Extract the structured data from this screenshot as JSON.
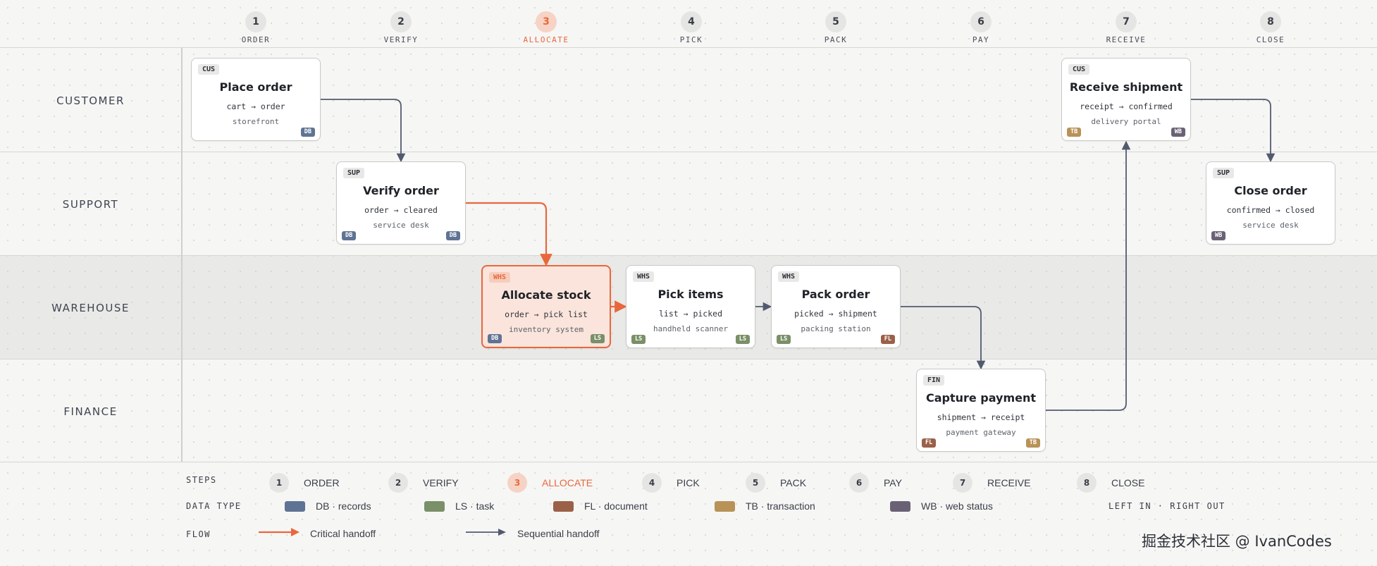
{
  "steps": [
    {
      "num": "1",
      "label": "ORDER",
      "active": false
    },
    {
      "num": "2",
      "label": "VERIFY",
      "active": false
    },
    {
      "num": "3",
      "label": "ALLOCATE",
      "active": true
    },
    {
      "num": "4",
      "label": "PICK",
      "active": false
    },
    {
      "num": "5",
      "label": "PACK",
      "active": false
    },
    {
      "num": "6",
      "label": "PAY",
      "active": false
    },
    {
      "num": "7",
      "label": "RECEIVE",
      "active": false
    },
    {
      "num": "8",
      "label": "CLOSE",
      "active": false
    }
  ],
  "lanes": [
    "CUSTOMER",
    "SUPPORT",
    "WAREHOUSE",
    "FINANCE"
  ],
  "cards": [
    {
      "id": "place-order",
      "tag": "CUS",
      "title": "Place order",
      "flow": "cart → order",
      "system": "storefront",
      "badge_left": "",
      "badge_right": "DB",
      "critical": false
    },
    {
      "id": "verify-order",
      "tag": "SUP",
      "title": "Verify order",
      "flow": "order → cleared",
      "system": "service desk",
      "badge_left": "DB",
      "badge_right": "DB",
      "critical": false
    },
    {
      "id": "allocate-stock",
      "tag": "WHS",
      "title": "Allocate stock",
      "flow": "order → pick list",
      "system": "inventory system",
      "badge_left": "DB",
      "badge_right": "LS",
      "critical": true
    },
    {
      "id": "pick-items",
      "tag": "WHS",
      "title": "Pick items",
      "flow": "list → picked",
      "system": "handheld scanner",
      "badge_left": "LS",
      "badge_right": "LS",
      "critical": false
    },
    {
      "id": "pack-order",
      "tag": "WHS",
      "title": "Pack order",
      "flow": "picked → shipment",
      "system": "packing station",
      "badge_left": "LS",
      "badge_right": "FL",
      "critical": false
    },
    {
      "id": "capture-payment",
      "tag": "FIN",
      "title": "Capture payment",
      "flow": "shipment → receipt",
      "system": "payment gateway",
      "badge_left": "FL",
      "badge_right": "TB",
      "critical": false
    },
    {
      "id": "receive-shipment",
      "tag": "CUS",
      "title": "Receive shipment",
      "flow": "receipt → confirmed",
      "system": "delivery portal",
      "badge_left": "TB",
      "badge_right": "WB",
      "critical": false
    },
    {
      "id": "close-order",
      "tag": "SUP",
      "title": "Close order",
      "flow": "confirmed → closed",
      "system": "service desk",
      "badge_left": "WB",
      "badge_right": "",
      "critical": false
    }
  ],
  "badge_colors": {
    "DB": "#5f7394",
    "LS": "#7a9068",
    "FL": "#9a6148",
    "TB": "#b99258",
    "WB": "#6a6274"
  },
  "colors": {
    "accent": "#e8683c",
    "sequential": "#525a6e"
  },
  "legend": {
    "steps_title": "STEPS",
    "data_type_title": "DATA TYPE",
    "flow_title": "FLOW",
    "data_types": [
      {
        "code": "DB",
        "label": "DB · records"
      },
      {
        "code": "LS",
        "label": "LS · task"
      },
      {
        "code": "FL",
        "label": "FL · document"
      },
      {
        "code": "TB",
        "label": "TB · transaction"
      },
      {
        "code": "WB",
        "label": "WB · web status"
      }
    ],
    "note": "LEFT IN · RIGHT OUT",
    "critical_label": "Critical handoff",
    "sequential_label": "Sequential handoff"
  },
  "watermark": "掘金技术社区 @ IvanCodes"
}
